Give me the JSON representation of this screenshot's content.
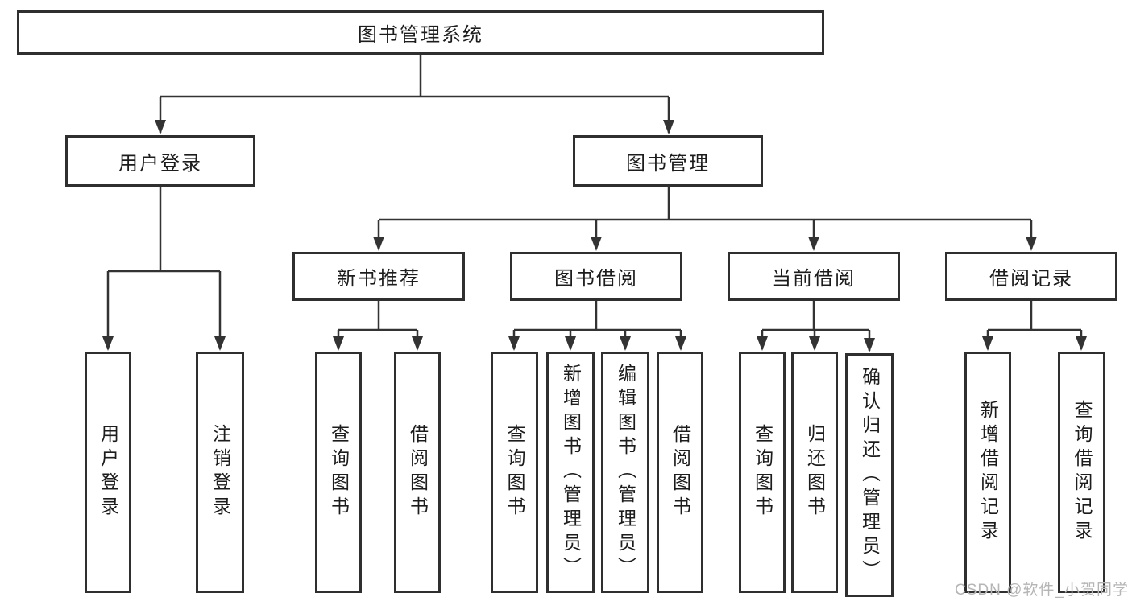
{
  "diagram": {
    "root": "图书管理系统",
    "level2": [
      "用户登录",
      "图书管理"
    ],
    "level3": [
      "新书推荐",
      "图书借阅",
      "当前借阅",
      "借阅记录"
    ],
    "leaves": {
      "user_login": [
        "用户登录",
        "注销登录"
      ],
      "new_book_recommend": [
        "查询图书",
        "借阅图书"
      ],
      "book_borrow": [
        "查询图书",
        "新增图书（管理员）",
        "编辑图书（管理员）",
        "借阅图书"
      ],
      "current_borrow": [
        "查询图书",
        "归还图书",
        "确认归还（管理员）"
      ],
      "borrow_records": [
        "新增借阅记录",
        "查询借阅记录"
      ]
    },
    "watermark": "CSDN @软件_小贺同学",
    "colors": {
      "line": "#333333",
      "box_border": "#2f2f2f",
      "text": "#1c1c1c",
      "background": "#ffffff",
      "watermark": "#b5b5b5"
    }
  }
}
